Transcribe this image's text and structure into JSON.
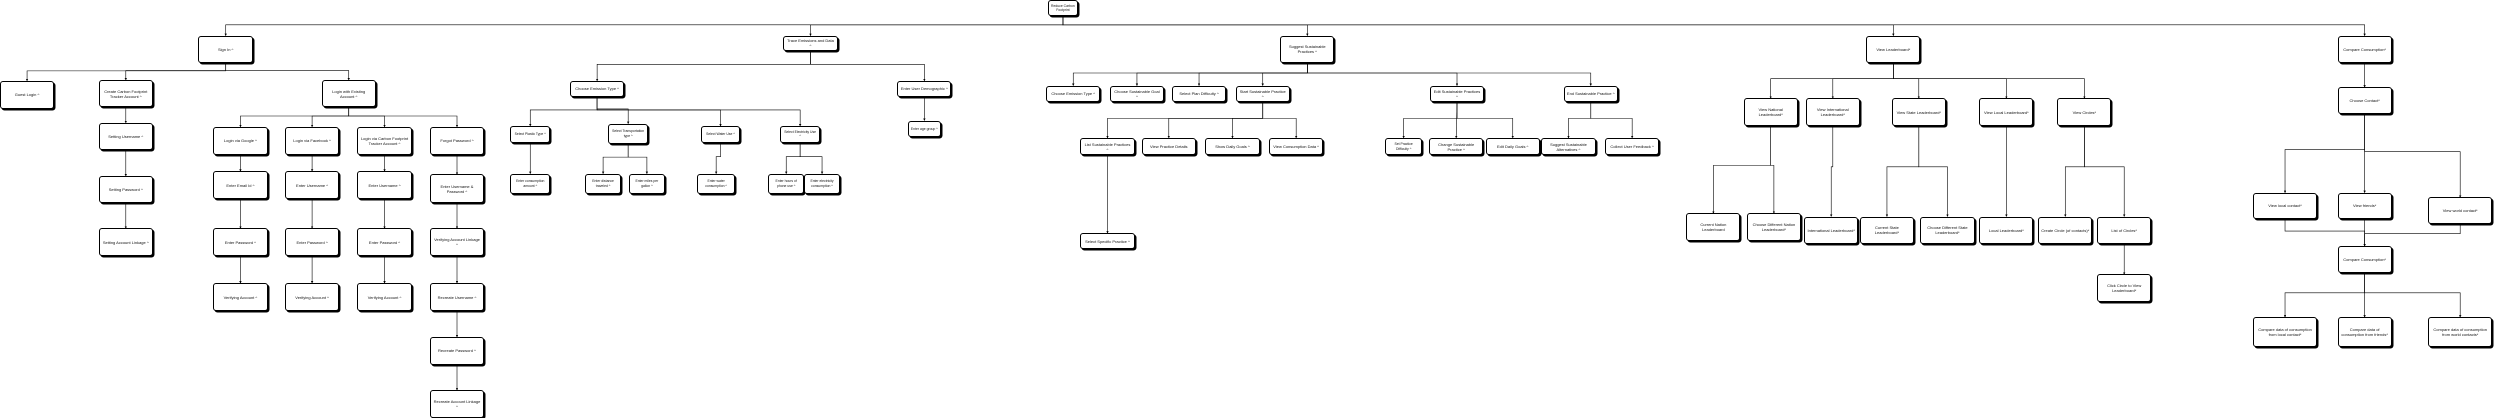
{
  "nodes": [
    {
      "id": "root",
      "label": "Reduce Carbon Footprint"
    },
    {
      "id": "signin",
      "label": "Sign In ^"
    },
    {
      "id": "guest",
      "label": "Guest Login ^"
    },
    {
      "id": "createacct",
      "label": "Create Carbon Footprint Tracker Account ^"
    },
    {
      "id": "setuser",
      "label": "Setting Username ^"
    },
    {
      "id": "setpass",
      "label": "Setting Password ^"
    },
    {
      "id": "setlink",
      "label": "Setting Account Linkage ^"
    },
    {
      "id": "loginexist",
      "label": "Login with Existing Account ^"
    },
    {
      "id": "lgoogle",
      "label": "Login via Google ^"
    },
    {
      "id": "lfacebook",
      "label": "Login via Facebook ^"
    },
    {
      "id": "lcarbon",
      "label": "Login via Carbon Footprint Tracker Account ^"
    },
    {
      "id": "forgot",
      "label": "Forgot Password ^"
    },
    {
      "id": "gemail",
      "label": "Enter Email Id ^"
    },
    {
      "id": "gpass",
      "label": "Enter Password ^"
    },
    {
      "id": "gverify",
      "label": "Verifying Account ^"
    },
    {
      "id": "fuser",
      "label": "Enter Username ^"
    },
    {
      "id": "fpass",
      "label": "Enter Password ^"
    },
    {
      "id": "fverify",
      "label": "Verifying Account ^"
    },
    {
      "id": "cuser",
      "label": "Enter Username ^"
    },
    {
      "id": "cpass",
      "label": "Enter Password ^"
    },
    {
      "id": "cverify",
      "label": "Verifying Account ^"
    },
    {
      "id": "fgup",
      "label": "Enter Username & Password ^"
    },
    {
      "id": "fglink",
      "label": "Verifying Account Linkage ^"
    },
    {
      "id": "fgruser",
      "label": "Recreate Username ^"
    },
    {
      "id": "fgrpass",
      "label": "Recreate Password ^"
    },
    {
      "id": "fgrlink",
      "label": "Recreate Account Linkage ^"
    },
    {
      "id": "trace",
      "label": "Trace Emissions and Data ^"
    },
    {
      "id": "choosetype",
      "label": "Choose Emission Type ^"
    },
    {
      "id": "plastic",
      "label": "Select Plastic Type ^"
    },
    {
      "id": "plasticamt",
      "label": "Enter consumption amount ^"
    },
    {
      "id": "transport",
      "label": "Select Transportation type ^"
    },
    {
      "id": "distance",
      "label": "Enter distance traveled ^"
    },
    {
      "id": "milespg",
      "label": "Enter miles per gallon ^"
    },
    {
      "id": "water",
      "label": "Select Water Use ^"
    },
    {
      "id": "waterc",
      "label": "Enter water consumption ^"
    },
    {
      "id": "elec",
      "label": "Select Electricity Use ^"
    },
    {
      "id": "hours",
      "label": "Enter hours of phone use ^"
    },
    {
      "id": "elecc",
      "label": "Enter electricity consumption ^"
    },
    {
      "id": "demog",
      "label": "Enter User Demographic ^"
    },
    {
      "id": "agegroup",
      "label": "Enter age group ^"
    },
    {
      "id": "suggest",
      "label": "Suggest Sustainable Practices ^"
    },
    {
      "id": "chemtype",
      "label": "Choose Emission Type ^"
    },
    {
      "id": "chgoal",
      "label": "Choose Sustainable Goal ^"
    },
    {
      "id": "plandiff",
      "label": "Select Plan Difficulty ^"
    },
    {
      "id": "startprac",
      "label": "Start Sustainable Practice ^"
    },
    {
      "id": "listprac",
      "label": "List Sustainable Practices ^"
    },
    {
      "id": "specific",
      "label": "Select Specific Practice ^"
    },
    {
      "id": "viewdetails",
      "label": "View Practice Details"
    },
    {
      "id": "dailygoals",
      "label": "Show Daily Goals ^"
    },
    {
      "id": "consdata",
      "label": "View Consumption Data ^"
    },
    {
      "id": "editprac",
      "label": "Edit Sustainable Practices ^"
    },
    {
      "id": "setdiff",
      "label": "Set Practice Difficulty ^"
    },
    {
      "id": "changeprac",
      "label": "Change Sustainable Practice ^"
    },
    {
      "id": "editgoals",
      "label": "Edit Daily Goals ^"
    },
    {
      "id": "endprac",
      "label": "End Sustainable Practice ^"
    },
    {
      "id": "altern",
      "label": "Suggest Sustainable Alternatives ^"
    },
    {
      "id": "feedback",
      "label": "Collect User Feedback ^"
    },
    {
      "id": "viewlb",
      "label": "View Leaderboard*"
    },
    {
      "id": "national",
      "label": "View National Leaderboard*"
    },
    {
      "id": "curnational",
      "label": "Current Nation Leaderboard"
    },
    {
      "id": "diffnational",
      "label": "Choose Different Nation Leaderboard*"
    },
    {
      "id": "intl",
      "label": "View International Leaderboard*"
    },
    {
      "id": "intllb",
      "label": "International Leaderboard*"
    },
    {
      "id": "state",
      "label": "View State Leaderboard*"
    },
    {
      "id": "curstate",
      "label": "Current State Leaderboard*"
    },
    {
      "id": "diffstate",
      "label": "Choose Different State Leaderboard*"
    },
    {
      "id": "local",
      "label": "View Local Leaderboard*"
    },
    {
      "id": "locallb",
      "label": "Local Leaderboard*"
    },
    {
      "id": "circle",
      "label": "View Circles*"
    },
    {
      "id": "createcircle",
      "label": "Create Circle (of contacts)*"
    },
    {
      "id": "listcircle",
      "label": "List of Circles*"
    },
    {
      "id": "circlecircle",
      "label": "Click Circle to View Leaderboard*"
    },
    {
      "id": "compare",
      "label": "Compare Consumption*"
    },
    {
      "id": "choosecontact",
      "label": "Choose Contact*"
    },
    {
      "id": "localcontact",
      "label": "View local contact*"
    },
    {
      "id": "friends",
      "label": "View friends*"
    },
    {
      "id": "worldcontact",
      "label": "View world contact*"
    },
    {
      "id": "compare2",
      "label": "Compare Consumption*"
    },
    {
      "id": "cmplocal",
      "label": "Compare data of consumption from local contact*"
    },
    {
      "id": "cmpfriend",
      "label": "Compare data of consumption from friends*"
    },
    {
      "id": "cmpworld",
      "label": "Compare data of consumption from world contacts*"
    }
  ]
}
